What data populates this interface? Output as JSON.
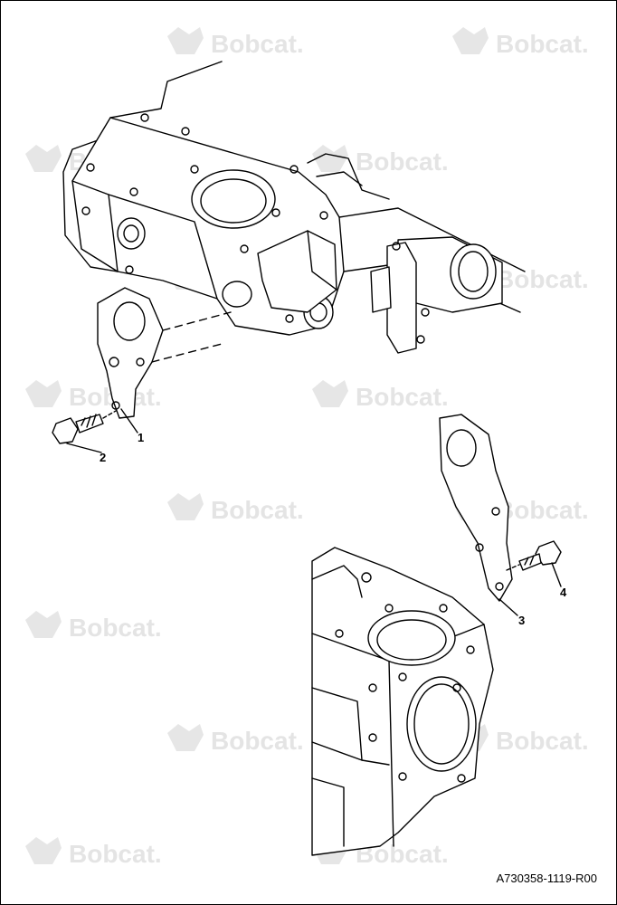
{
  "watermark": {
    "text": "Bobcat."
  },
  "callouts": {
    "c1": "1",
    "c2": "2",
    "c3": "3",
    "c4": "4"
  },
  "document_id": "A730358-1119-R00",
  "colors": {
    "line": "#000000",
    "watermark": "#e4e4e4",
    "background": "#ffffff"
  }
}
